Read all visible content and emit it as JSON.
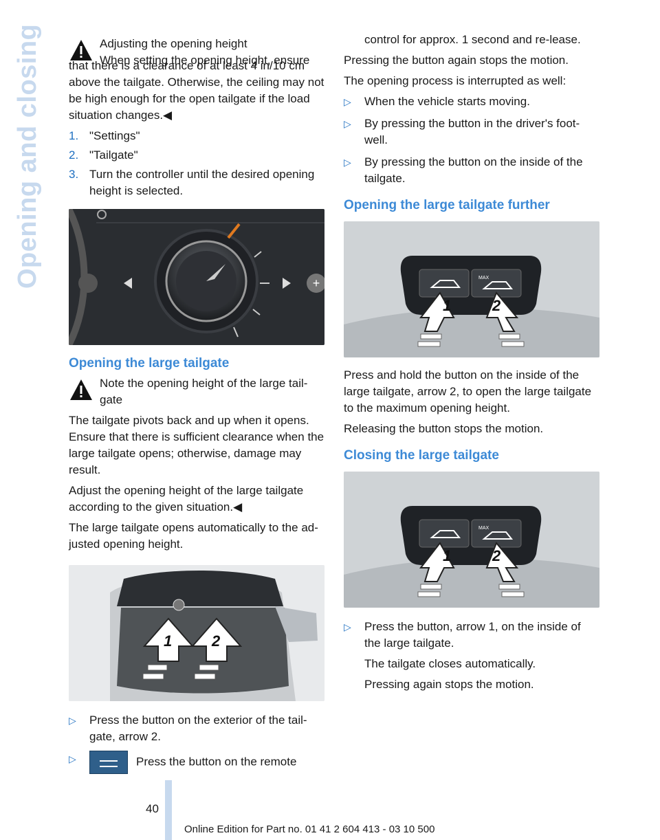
{
  "section_title": "Opening and closing",
  "left": {
    "warning1_title": "Adjusting the opening height",
    "warning1_line": "When setting the opening height, ensure",
    "warning1_body": "that there is a clearance of at least 4 in/10 cm above the tailgate. Otherwise, the ceiling may not be high enough for the open tailgate if the load situation changes.◀",
    "steps": [
      {
        "n": "1.",
        "t": "\"Settings\""
      },
      {
        "n": "2.",
        "t": "\"Tailgate\""
      },
      {
        "n": "3.",
        "t": "Turn the controller until the desired opening height is selected."
      }
    ],
    "heading": "Opening the large tailgate",
    "warning2_title": "Note the opening height of the large tail-gate",
    "warning2_body": "The tailgate pivots back and up when it opens. Ensure that there is sufficient clearance when the large tailgate opens; otherwise, damage may result.",
    "para1": "Adjust the opening height of the large tailgate according to the given situation.◀",
    "para2": "The large tailgate opens automatically to the ad-justed opening height.",
    "bullet1": "Press the button on the exterior of the tail-gate, arrow 2.",
    "bullet2": "Press the button on the remote"
  },
  "right": {
    "cont": "control for approx. 1 second and re-lease.",
    "p1": "Pressing the button again stops the motion.",
    "p2": "The opening process is interrupted as well:",
    "bullets": [
      "When the vehicle starts moving.",
      "By pressing the button in the driver's foot-well.",
      "By pressing the button on the inside of the tailgate."
    ],
    "heading1": "Opening the large tailgate further",
    "para1": "Press and hold the button on the inside of the large tailgate, arrow 2, to open the large tailgate to the maximum opening height.",
    "para2": "Releasing the button stops the motion.",
    "heading2": "Closing the large tailgate",
    "bullet_close": "Press the button, arrow 1, on the inside of the large tailgate.",
    "sub1": "The tailgate closes automatically.",
    "sub2": "Pressing again stops the motion."
  },
  "image_labels": {
    "arrow1": "1",
    "arrow2": "2",
    "max": "MAX"
  },
  "bullet_glyph": "▷",
  "page_number": "40",
  "footer": "Online Edition for Part no. 01 41 2 604 413 - 03 10 500"
}
